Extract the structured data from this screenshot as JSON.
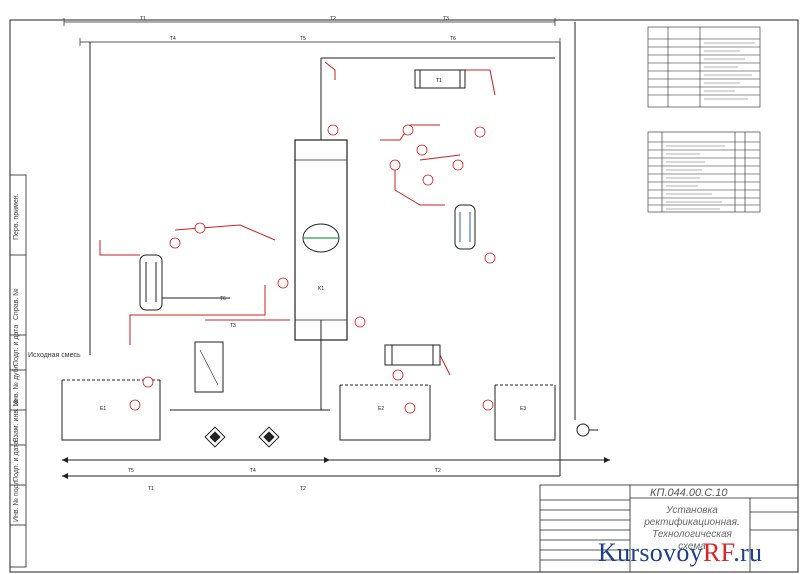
{
  "drawing": {
    "number": "КП.044.00.С.10",
    "title_lines": [
      "Установка",
      "ректификационная.",
      "Технологическая",
      "схема"
    ]
  },
  "watermark": {
    "main": "Kursovoy",
    "accent": "RF",
    "tail": ".ru"
  },
  "side_strip": [
    "Перв. примен.",
    "Справ. №",
    "Подп. и дата",
    "Инв. № дубл.",
    "Взам. инв. №",
    "Подп. и дата",
    "Инв. № подл."
  ],
  "inlet_note": "Исходная смесь",
  "colors": {
    "line": "#1a1a1a",
    "accent": "#cc1f1f",
    "watermark": "#1c3f8f"
  }
}
